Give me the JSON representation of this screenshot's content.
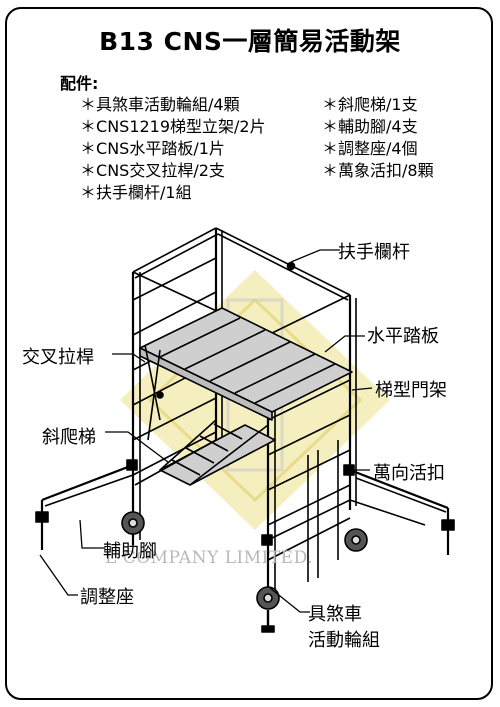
{
  "title": "B13 CNS一層簡易活動架",
  "parts": {
    "heading": "配件:",
    "left": [
      "具煞車活動輪組/4顆",
      "CNS1219梯型立架/2片",
      "CNS水平踏板/1片",
      "CNS交叉拉桿/2支",
      "扶手欄杆/1組"
    ],
    "right": [
      "斜爬梯/1支",
      "輔助腳/4支",
      "調整座/4個",
      "萬象活扣/8顆"
    ]
  },
  "labels": {
    "handrail": "扶手欄杆",
    "platform": "水平踏板",
    "cross_brace": "交叉拉桿",
    "ladder_frame": "梯型門架",
    "stair": "斜爬梯",
    "clamp": "萬向活扣",
    "outrigger": "輔助腳",
    "adjuster": "調整座",
    "caster": [
      "具煞車",
      "活動輪組"
    ]
  },
  "watermark": {
    "company": "L    COMPANY LIMITED."
  },
  "colors": {
    "line": "#000000",
    "frame_fill": "#d9d9d9",
    "watermark_yellow": "#f3ecb4",
    "watermark_text": "#b8b8b8"
  }
}
